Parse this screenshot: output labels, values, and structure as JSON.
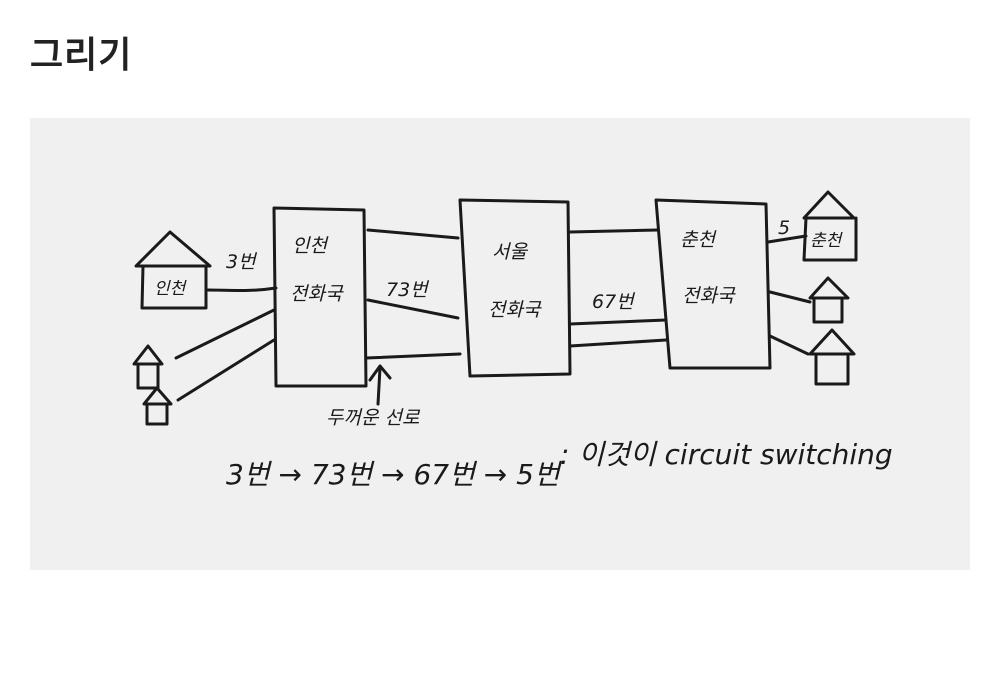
{
  "page": {
    "title": "그리기"
  },
  "drawing": {
    "houses": {
      "incheon": "인천",
      "chuncheon": "춘천"
    },
    "exchanges": {
      "incheon_line1": "인천",
      "incheon_line2": "전화국",
      "seoul_line1": "서울",
      "seoul_line2": "전화국",
      "chuncheon_line1": "춘천",
      "chuncheon_line2": "전화국"
    },
    "line_labels": {
      "house_to_incheon": "3번",
      "incheon_to_seoul": "73번",
      "seoul_to_chuncheon": "67번",
      "chuncheon_to_house": "5"
    },
    "annotations": {
      "thick_line": "두꺼운 선로"
    },
    "caption": {
      "path": "3번 → 73번 → 67번 → 5번",
      "note": ": 이것이 circuit switching"
    }
  }
}
